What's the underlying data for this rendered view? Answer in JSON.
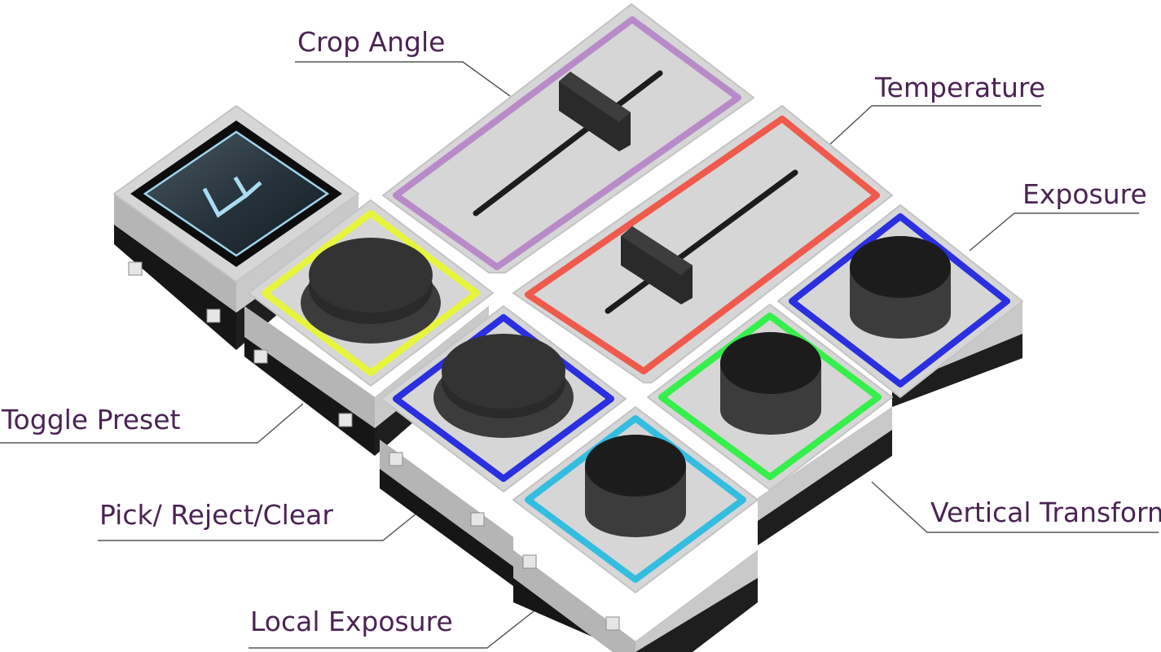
{
  "labels": {
    "crop_angle": "Crop Angle",
    "temperature": "Temperature",
    "exposure": "Exposure",
    "toggle_preset": "Toggle Preset",
    "pick_reject_clear": "Pick/ Reject/Clear",
    "vertical_transform": "Vertical Transform",
    "local_exposure": "Local Exposure"
  },
  "screen_logo": "Lr",
  "colors": {
    "label_text": "#4a2453",
    "crop_angle_ring": "#b88bc8",
    "temperature_ring": "#ef5a4c",
    "exposure_ring": "#2a2fe0",
    "toggle_preset_ring": "#e6f53c",
    "pick_reject_clear_ring": "#2a2fe0",
    "vertical_transform_ring": "#35ef4a",
    "local_exposure_ring": "#33bde0",
    "module_top": "#d9d9d9",
    "module_dark": "#1a1a1a",
    "screen": "#1f2a33"
  },
  "icons": [
    "lightroom-logo-icon",
    "slider-icon",
    "button-icon",
    "dial-icon"
  ]
}
